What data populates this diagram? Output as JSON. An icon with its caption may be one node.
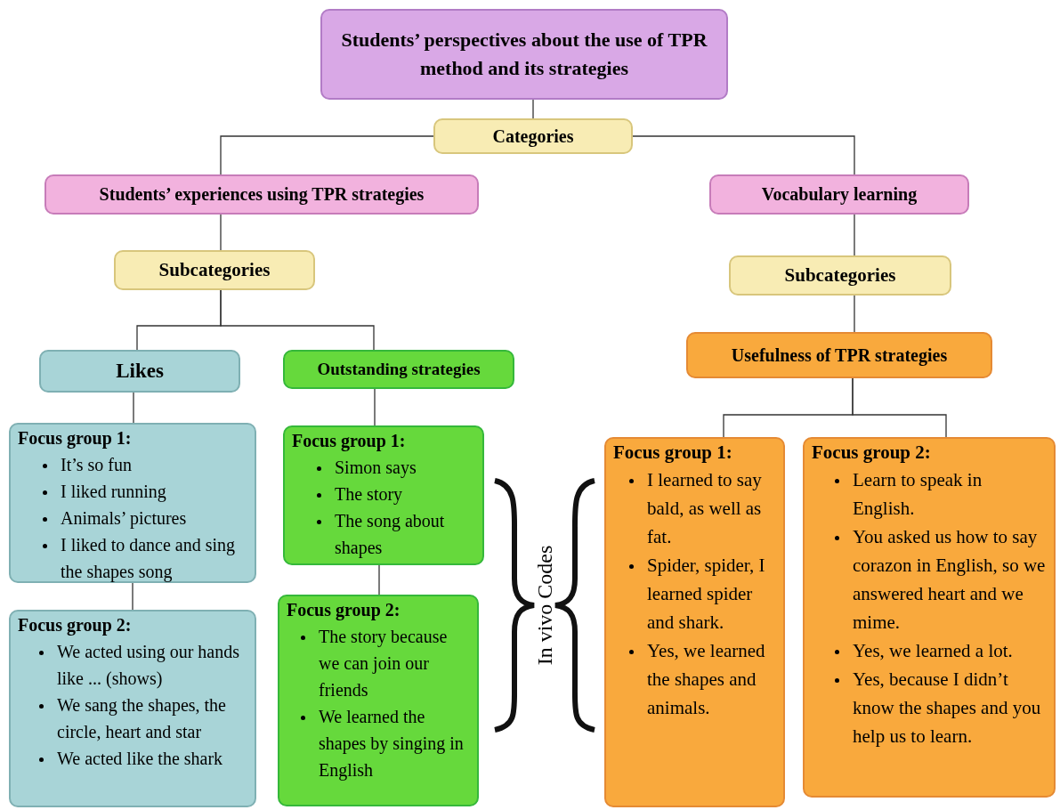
{
  "diagram": {
    "nodes": [
      {
        "text": [
          "Students’ perspectives about the use of TPR method and its strategies"
        ]
      },
      {
        "text": [
          "Categories"
        ]
      },
      {
        "text": [
          "Students’ experiences using TPR strategies"
        ]
      },
      {
        "text": [
          "Vocabulary learning"
        ]
      },
      {
        "text": [
          "Subcategories"
        ]
      },
      {
        "text": [
          "Subcategories"
        ]
      },
      {
        "text": [
          "Likes"
        ]
      },
      {
        "text": [
          "Outstanding strategies"
        ]
      },
      {
        "text": [
          "Usefulness of TPR strategies"
        ]
      },
      {
        "text": [
          "Focus group 1:",
          "It’s so fun",
          "I liked running",
          "Animals’ pictures",
          "I liked to dance and sing the shapes song"
        ]
      },
      {
        "text": [
          "Focus group 2:",
          "We acted using our hands like ... (shows)",
          "We sang the shapes, the circle, heart and star",
          "We acted like the shark"
        ]
      },
      {
        "text": [
          "Focus group 1:",
          "Simon says",
          "The story",
          "The song about shapes"
        ]
      },
      {
        "text": [
          "Focus group 2:",
          "The story because we can join our friends",
          "We learned the shapes by singing in English"
        ]
      },
      {
        "text": [
          "Focus group 1:",
          "I learned to say bald, as well as fat.",
          "Spider, spider, I learned spider and shark.",
          "Yes, we learned the shapes and animals."
        ]
      },
      {
        "text": [
          "Focus group 2:",
          "Learn to speak in English.",
          "You asked us how to say corazon in English, so we answered heart and we mime.",
          "Yes, we learned a lot.",
          "Yes, because I didn’t know the shapes and you help us to learn."
        ]
      }
    ],
    "edges": [
      {
        "from": 0,
        "to": 1,
        "arrow": "none"
      },
      {
        "from": 1,
        "to": 2,
        "arrow": "none"
      },
      {
        "from": 1,
        "to": 3,
        "arrow": "none"
      },
      {
        "from": 2,
        "to": 4,
        "arrow": "none"
      },
      {
        "from": 3,
        "to": 5,
        "arrow": "none"
      },
      {
        "from": 4,
        "to": 6,
        "arrow": "none"
      },
      {
        "from": 4,
        "to": 7,
        "arrow": "none"
      },
      {
        "from": 5,
        "to": 8,
        "arrow": "none"
      },
      {
        "from": 6,
        "to": 9,
        "arrow": "none"
      },
      {
        "from": 9,
        "to": 10,
        "arrow": "none"
      },
      {
        "from": 7,
        "to": 11,
        "arrow": "none"
      },
      {
        "from": 11,
        "to": 12,
        "arrow": "none"
      },
      {
        "from": 8,
        "to": 13,
        "arrow": "none"
      },
      {
        "from": 8,
        "to": 14,
        "arrow": "none"
      }
    ],
    "labels": [
      "In vivo Codes"
    ]
  }
}
